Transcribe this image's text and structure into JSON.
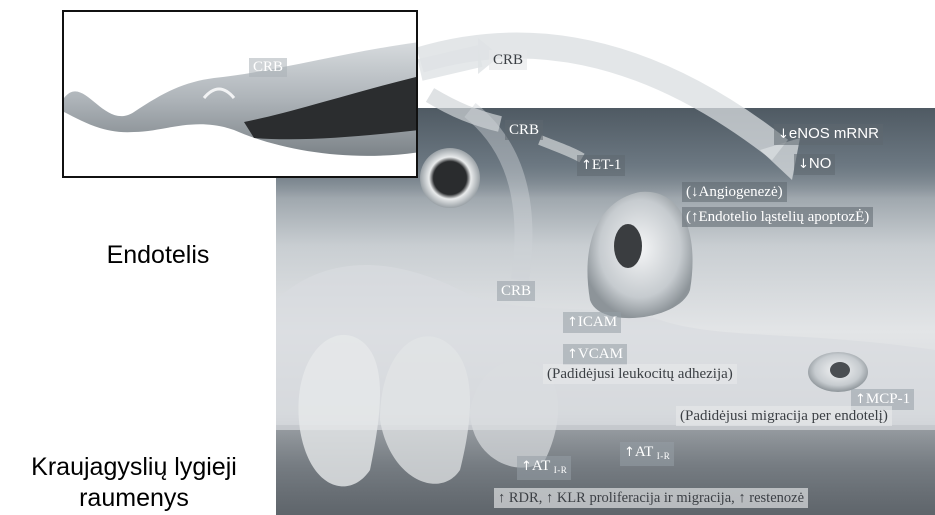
{
  "side_labels": {
    "endotelis": "Endotelis",
    "raumenys_line1": "Kraujagyslių lygieji",
    "raumenys_line2": "raumenys"
  },
  "labels": {
    "crb_inset": "CRB",
    "crb_top": "CRB",
    "crb_mid": "CRB",
    "et1": "ET-1",
    "enos": "eNOS mRNR",
    "no": "NO",
    "angiogeneze": "(↓Angiogenezė)",
    "apoptoze": "(↑Endotelio ląstelių apoptozĖ)",
    "crb_low": "CRB",
    "icam": "ICAM",
    "vcam": "VCAM",
    "adhezija": "(Padidėjusi leukocitų adhezija)",
    "mcp1": "MCP-1",
    "migracija": "(Padidėjusi migracija per endotelį)",
    "at1_text": "AT",
    "at1_sub": "I-R",
    "at2_text": "AT",
    "at2_sub": "I-R",
    "bottom": "↑ RDR, ↑ KLR proliferacija ir migracija, ↑ restenozė"
  },
  "arrows": {
    "up": "↑",
    "down": "↓"
  }
}
